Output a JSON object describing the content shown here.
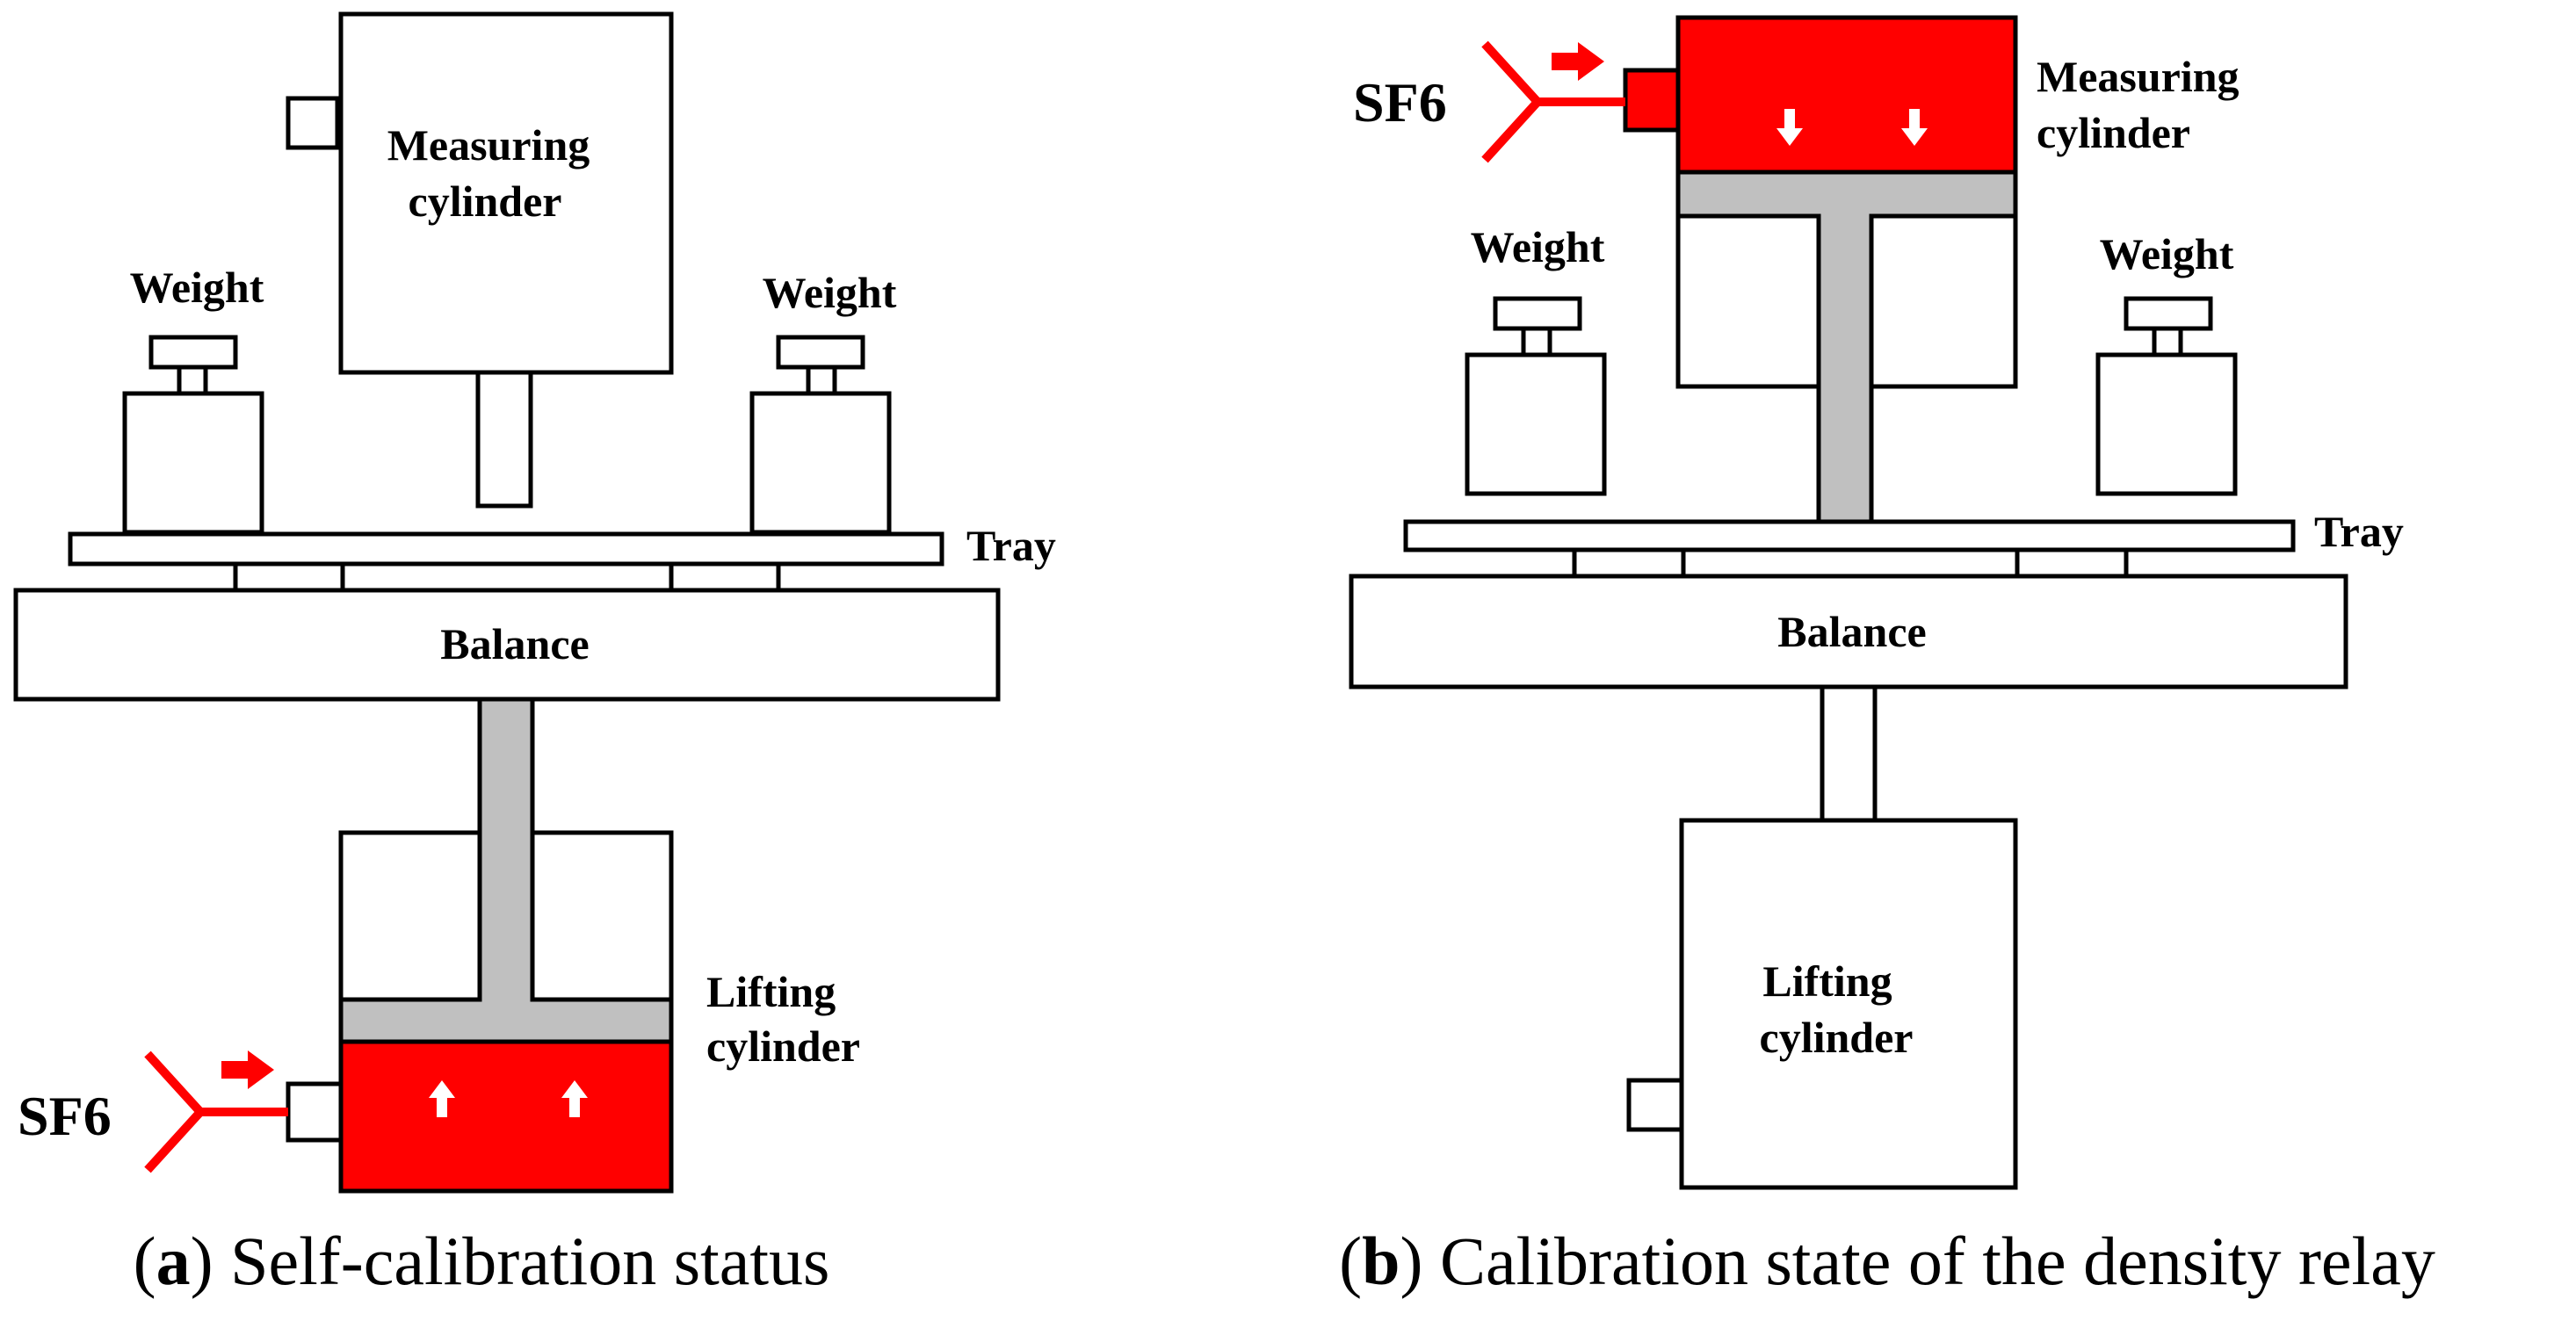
{
  "colors": {
    "gas": "#ff0000",
    "rod": "#c0c0c0",
    "outline": "#000000",
    "background": "#ffffff"
  },
  "panel_a": {
    "measuring_label_line1": "Measuring",
    "measuring_label_line2": "cylinder",
    "weight_left_label": "Weight",
    "weight_right_label": "Weight",
    "tray_label": "Tray",
    "balance_label": "Balance",
    "lifting_label_line1": "Lifting",
    "lifting_label_line2": "cylinder",
    "gas_label": "SF6",
    "caption_letter": "a",
    "caption_text": " Self-calibration status"
  },
  "panel_b": {
    "measuring_label_line1": "Measuring",
    "measuring_label_line2": "cylinder",
    "weight_left_label": "Weight",
    "weight_right_label": "Weight",
    "tray_label": "Tray",
    "balance_label": "Balance",
    "lifting_label_line1": "Lifting",
    "lifting_label_line2": "cylinder",
    "gas_label": "SF6",
    "caption_letter": "b",
    "caption_text": " Calibration state of the density relay"
  }
}
